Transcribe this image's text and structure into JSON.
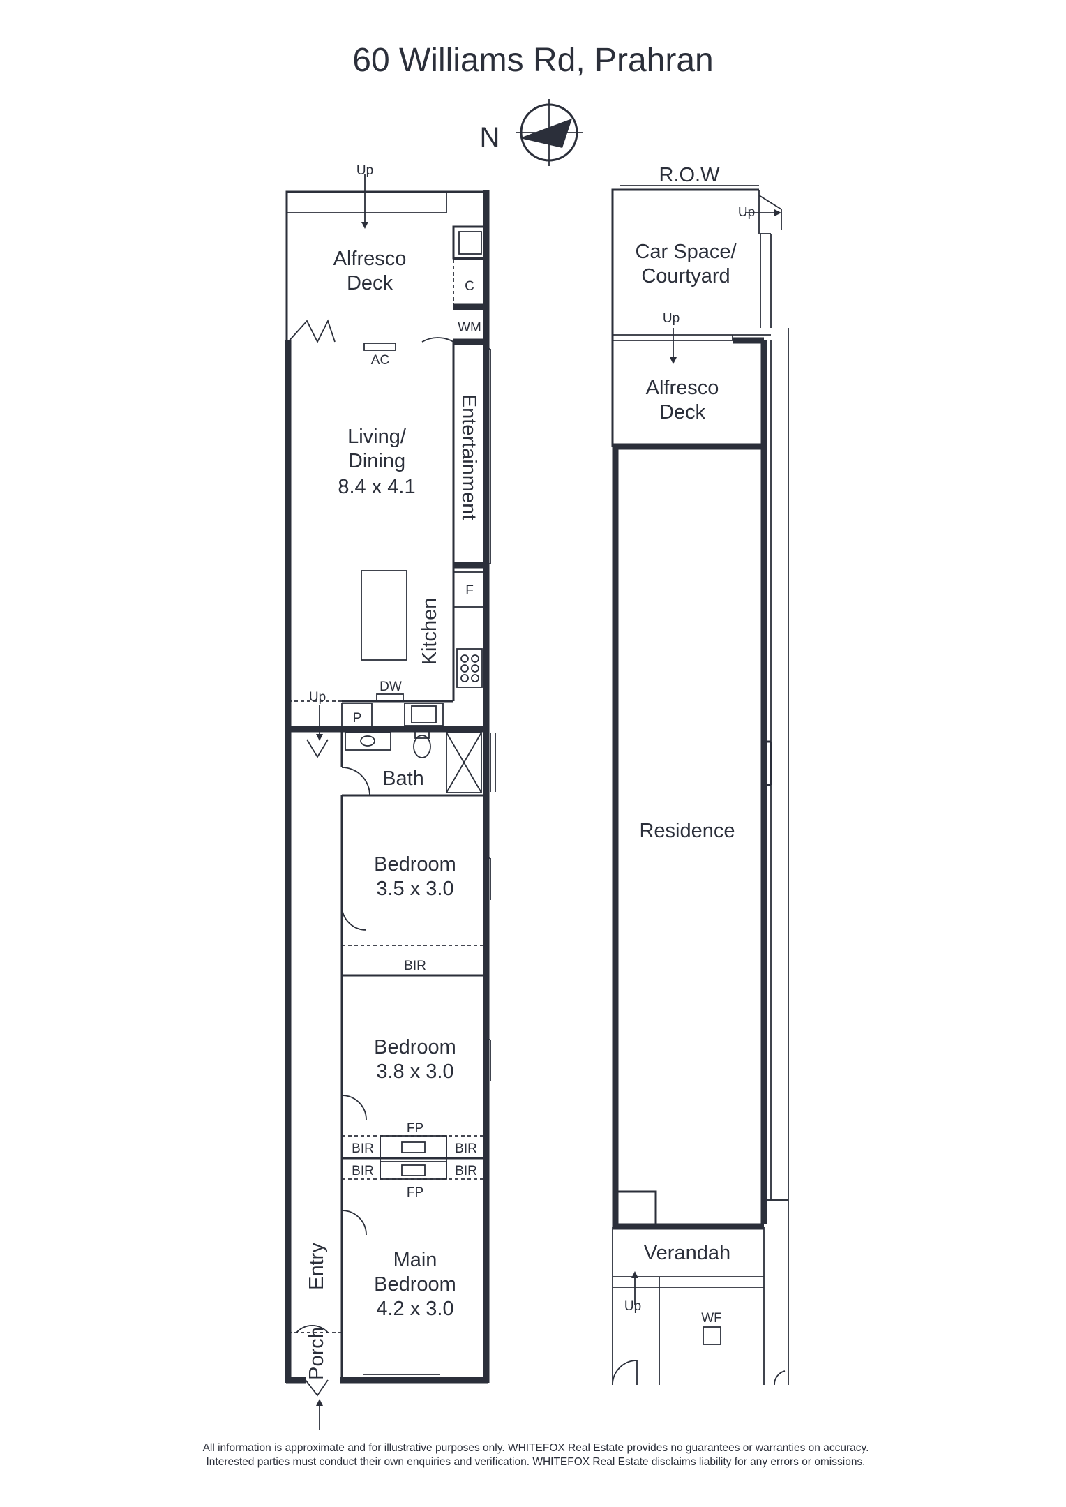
{
  "title": "60 Williams Rd, Prahran",
  "compass": {
    "label": "N",
    "icon": "north-arrow-icon"
  },
  "ground_floor": {
    "alfresco_deck": "Alfresco",
    "alfresco_deck_2": "Deck",
    "up_top": "Up",
    "cupboard": "C",
    "washing_machine": "WM",
    "ac": "AC",
    "entertainment": "Entertainment",
    "living_1": "Living/",
    "living_2": "Dining",
    "living_3": "8.4 x 4.1",
    "fridge": "F",
    "kitchen": "Kitchen",
    "dishwasher": "DW",
    "up_side": "Up",
    "pantry": "P",
    "bath": "Bath",
    "bedroom1_1": "Bedroom",
    "bedroom1_2": "3.5 x 3.0",
    "bir_mid": "BIR",
    "bedroom2_1": "Bedroom",
    "bedroom2_2": "3.8 x 3.0",
    "fp_top": "FP",
    "bir_1": "BIR",
    "bir_2": "BIR",
    "bir_3": "BIR",
    "bir_4": "BIR",
    "fp_bottom": "FP",
    "entry": "Entry",
    "main_1": "Main",
    "main_2": "Bedroom",
    "main_3": "4.2 x 3.0",
    "porch": "Porch"
  },
  "site_plan": {
    "row": "R.O.W",
    "up_1": "Up",
    "car_1": "Car Space/",
    "car_2": "Courtyard",
    "up_2": "Up",
    "deck_1": "Alfresco",
    "deck_2": "Deck",
    "residence": "Residence",
    "verandah": "Verandah",
    "up_3": "Up",
    "wf": "WF"
  },
  "disclaimer": {
    "line1": "All information is approximate and for illustrative purposes only. WHITEFOX Real Estate provides no guarantees or warranties on accuracy.",
    "line2": "Interested parties must conduct their own enquiries and verification. WHITEFOX Real Estate disclaims liability for any errors or omissions."
  }
}
